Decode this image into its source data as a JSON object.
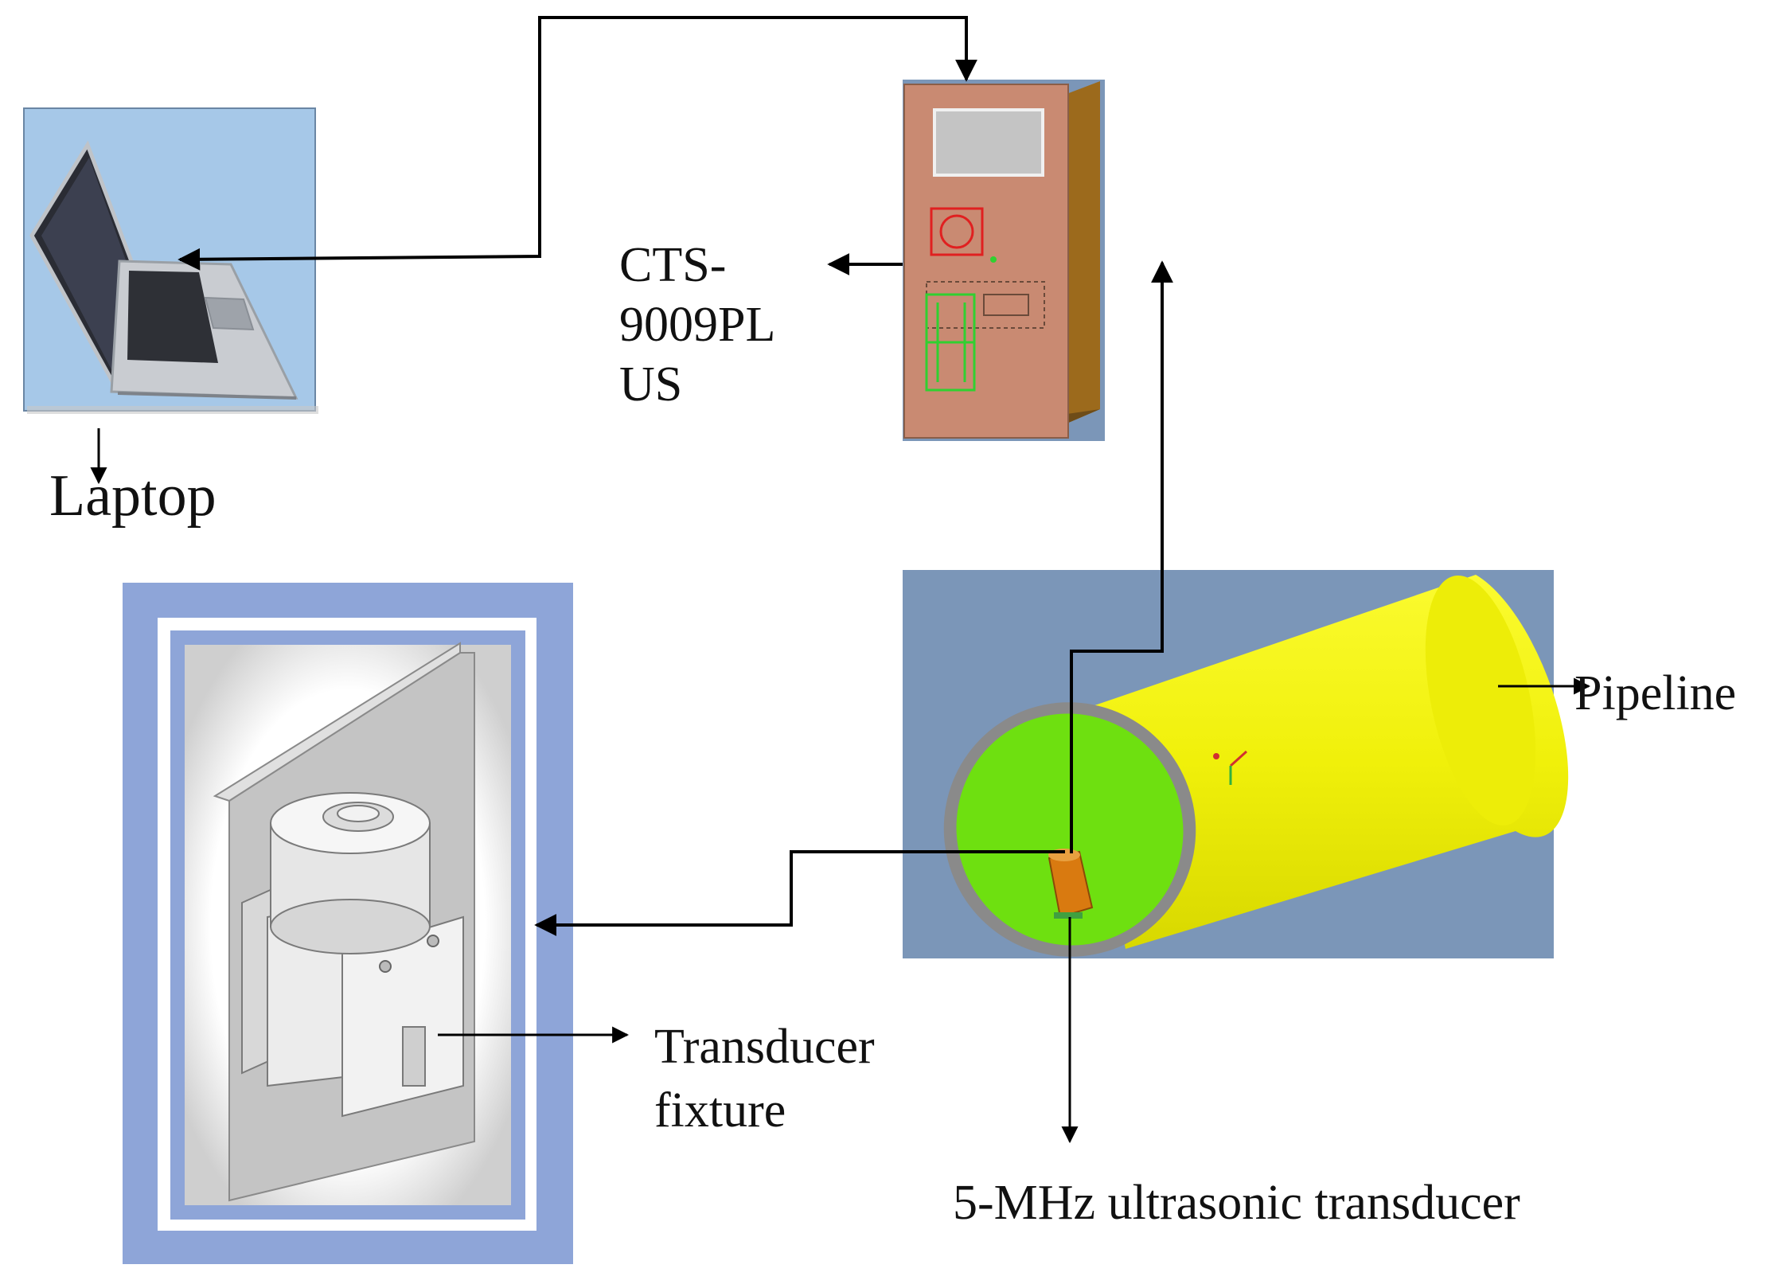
{
  "labels": {
    "laptop": "Laptop",
    "device_line1": "CTS-",
    "device_line2": "9009PL",
    "device_line3": "US",
    "pipeline": "Pipeline",
    "fixture_line1": "Transducer",
    "fixture_line2": "fixture",
    "transducer": "5-MHz ultrasonic transducer"
  },
  "colors": {
    "panel_blue": "#7b96b8",
    "laptop_panel": "#a6c8e8",
    "device_body": "#c98a72",
    "device_side": "#9c6a1c",
    "pipe_yellow": "#f2f20c",
    "pipe_inner_green": "#6ee010",
    "fixture_frame": "#8ea5d8",
    "transducer_orange": "#d97a10"
  }
}
